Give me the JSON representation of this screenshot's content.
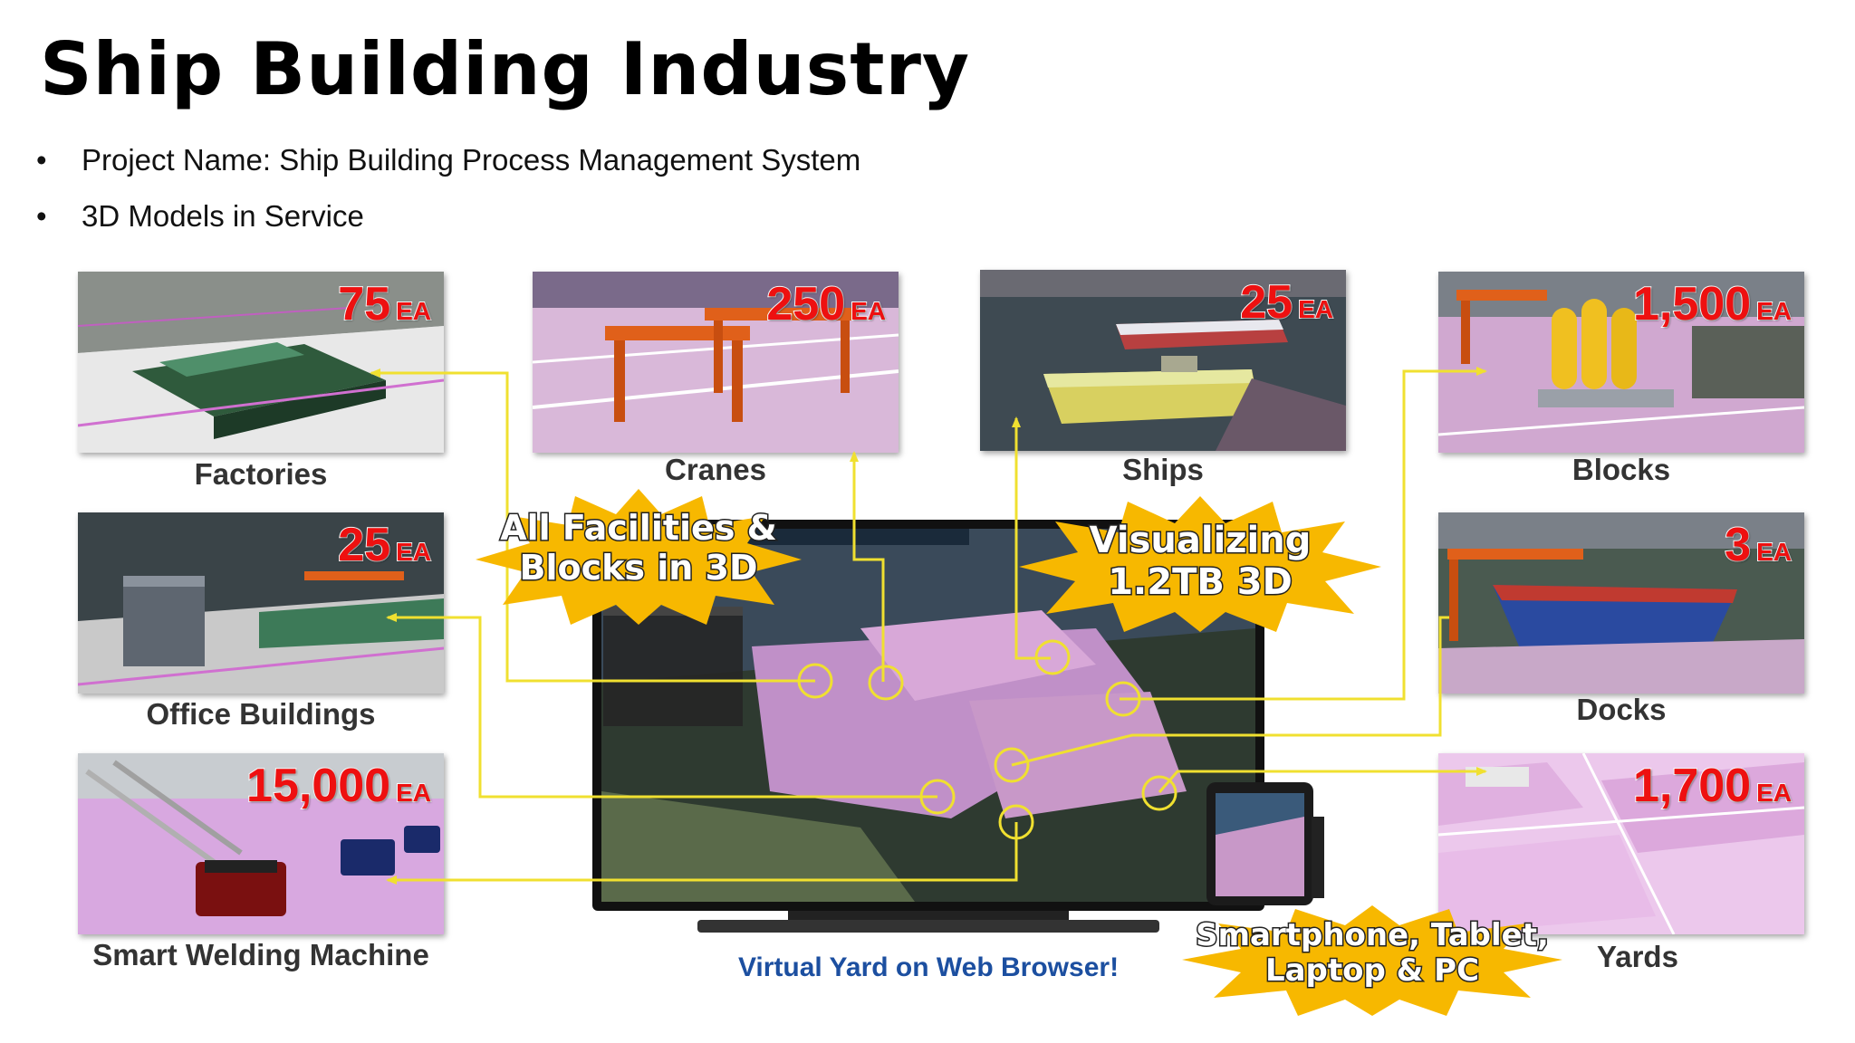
{
  "title": "Ship Building Industry",
  "bullets": [
    "Project Name: Ship Building Process Management System",
    "3D Models in Service"
  ],
  "tiles": [
    {
      "label": "Factories",
      "count": "75",
      "unit": "EA"
    },
    {
      "label": "Cranes",
      "count": "250",
      "unit": "EA"
    },
    {
      "label": "Ships",
      "count": "25",
      "unit": "EA"
    },
    {
      "label": "Blocks",
      "count": "1,500",
      "unit": "EA"
    },
    {
      "label": "Office Buildings",
      "count": "25",
      "unit": "EA"
    },
    {
      "label": "Docks",
      "count": "3",
      "unit": "EA"
    },
    {
      "label": "Smart Welding Machine",
      "count": "15,000",
      "unit": "EA"
    },
    {
      "label": "Yards",
      "count": "1,700",
      "unit": "EA"
    }
  ],
  "bursts": {
    "facilities": [
      "All Facilities &",
      "Blocks in 3D"
    ],
    "visualizing": [
      "Visualizing",
      "1.2TB 3D"
    ],
    "devices": [
      "Smartphone, Tablet,",
      "Laptop & PC"
    ]
  },
  "caption": "Virtual Yard on Web Browser!",
  "colors": {
    "count_red": "#ee1010",
    "burst_yellow": "#f7b800",
    "connector_yellow": "#f0e030",
    "caption_blue": "#1c4fa0"
  }
}
